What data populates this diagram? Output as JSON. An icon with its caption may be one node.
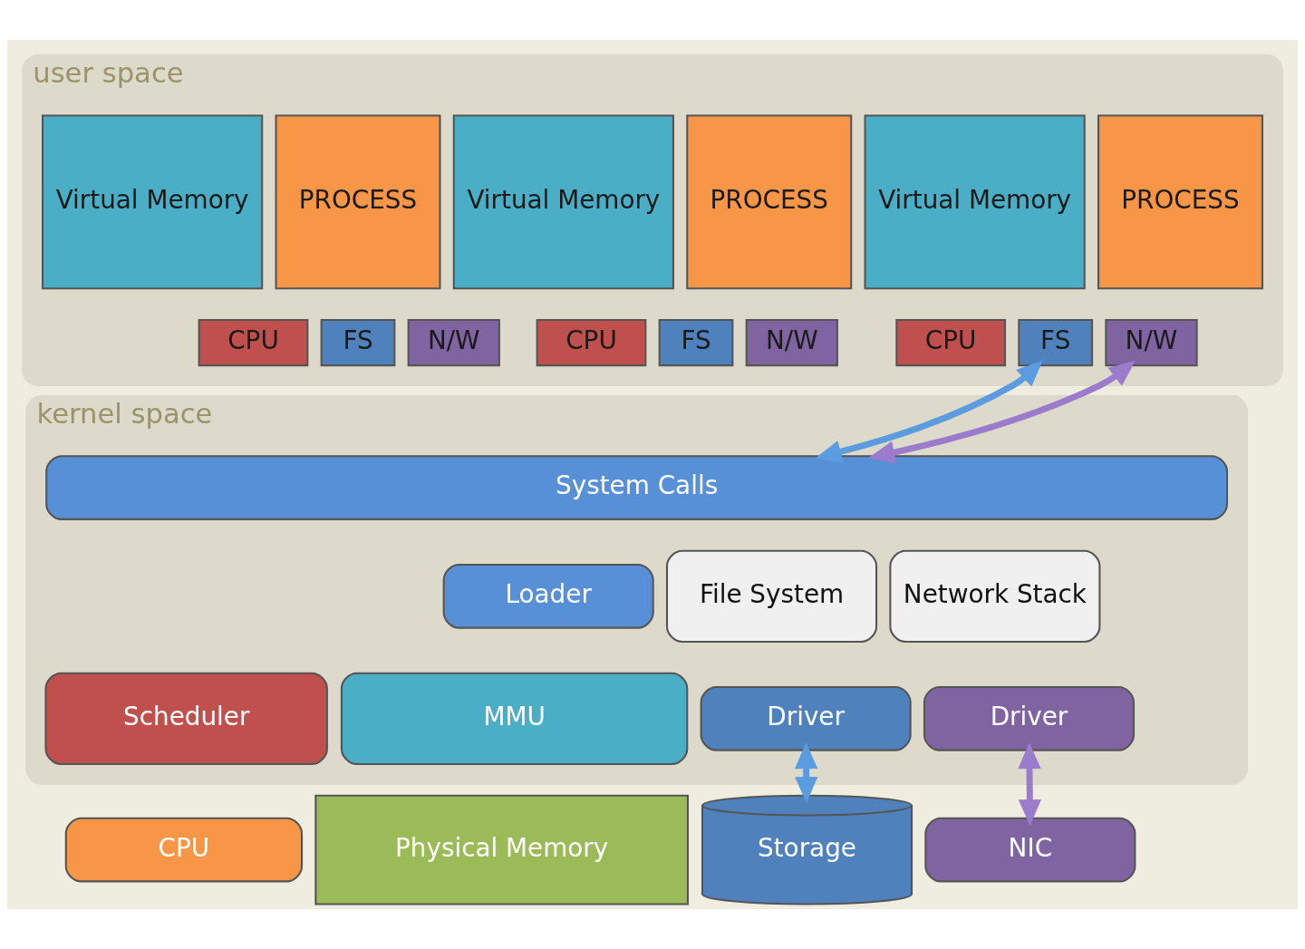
{
  "diagram": {
    "nodes": [
      {
        "text": [
          "user space"
        ]
      },
      {
        "text": [
          "Virtual Memory"
        ],
        "in": 0
      },
      {
        "text": [
          "PROCESS"
        ],
        "in": 0
      },
      {
        "text": [
          "CPU"
        ],
        "in": 0
      },
      {
        "text": [
          "FS"
        ],
        "in": 0
      },
      {
        "text": [
          "N/W"
        ],
        "in": 0
      },
      {
        "text": [
          "Virtual Memory"
        ],
        "in": 0
      },
      {
        "text": [
          "PROCESS"
        ],
        "in": 0
      },
      {
        "text": [
          "CPU"
        ],
        "in": 0
      },
      {
        "text": [
          "FS"
        ],
        "in": 0
      },
      {
        "text": [
          "N/W"
        ],
        "in": 0
      },
      {
        "text": [
          "Virtual Memory"
        ],
        "in": 0
      },
      {
        "text": [
          "PROCESS"
        ],
        "in": 0
      },
      {
        "text": [
          "CPU"
        ],
        "in": 0
      },
      {
        "text": [
          "FS"
        ],
        "in": 0
      },
      {
        "text": [
          "N/W"
        ],
        "in": 0
      },
      {
        "text": [
          "kernel space"
        ]
      },
      {
        "text": [
          "System Calls"
        ],
        "in": 16
      },
      {
        "text": [
          "Loader"
        ],
        "in": 16
      },
      {
        "text": [
          "File System"
        ],
        "in": 16
      },
      {
        "text": [
          "Network Stack"
        ],
        "in": 16
      },
      {
        "text": [
          "Scheduler"
        ],
        "in": 16
      },
      {
        "text": [
          "MMU"
        ],
        "in": 16
      },
      {
        "text": [
          "Driver"
        ],
        "in": 16
      },
      {
        "text": [
          "Driver"
        ],
        "in": 16
      },
      {
        "text": [
          "CPU"
        ]
      },
      {
        "text": [
          "Physical Memory"
        ]
      },
      {
        "text": [
          "Storage"
        ]
      },
      {
        "text": [
          "NIC"
        ]
      }
    ],
    "edges": [
      {
        "from": 14,
        "to": 17,
        "arrow": "both",
        "color": "#5b9be0"
      },
      {
        "from": 15,
        "to": 17,
        "arrow": "both",
        "color": "#9b7ccc"
      },
      {
        "from": 23,
        "to": 27,
        "arrow": "both",
        "color": "#5b9be0"
      },
      {
        "from": 24,
        "to": 28,
        "arrow": "both",
        "color": "#9b7ccc"
      }
    ]
  }
}
